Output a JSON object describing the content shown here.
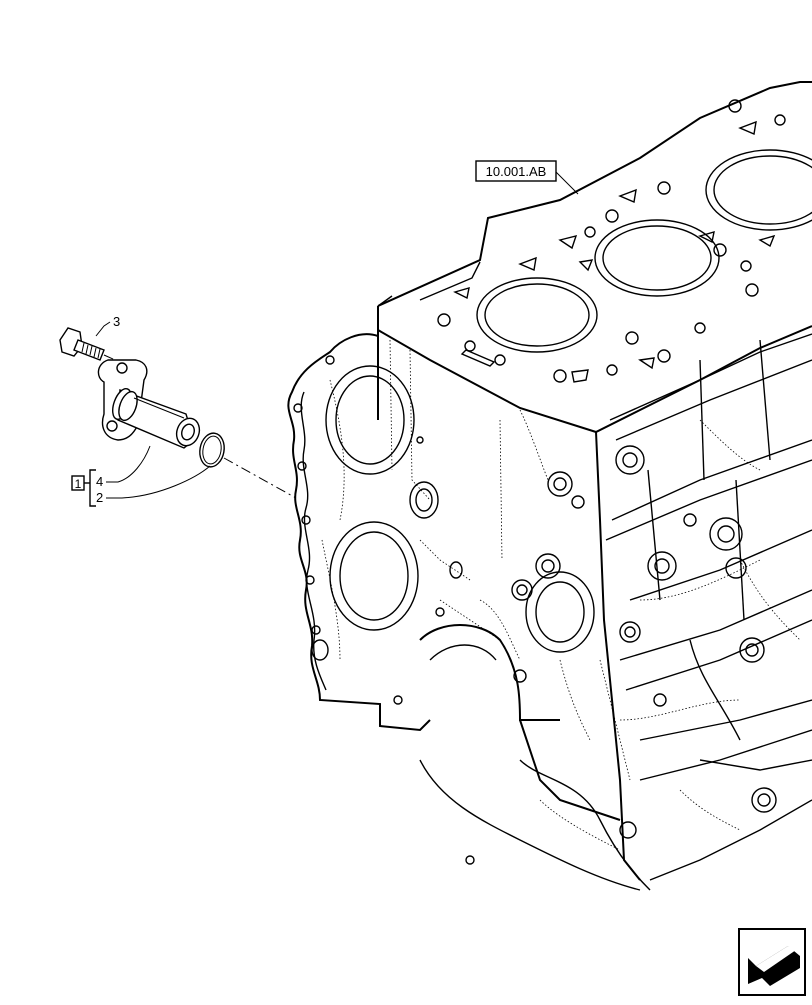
{
  "callouts": {
    "ref_block": "10.001.AB",
    "bolt": "3",
    "tube": "4",
    "oring": "2",
    "kit": "1"
  },
  "icons": {
    "nav_arrow": "nav-arrow-icon"
  }
}
